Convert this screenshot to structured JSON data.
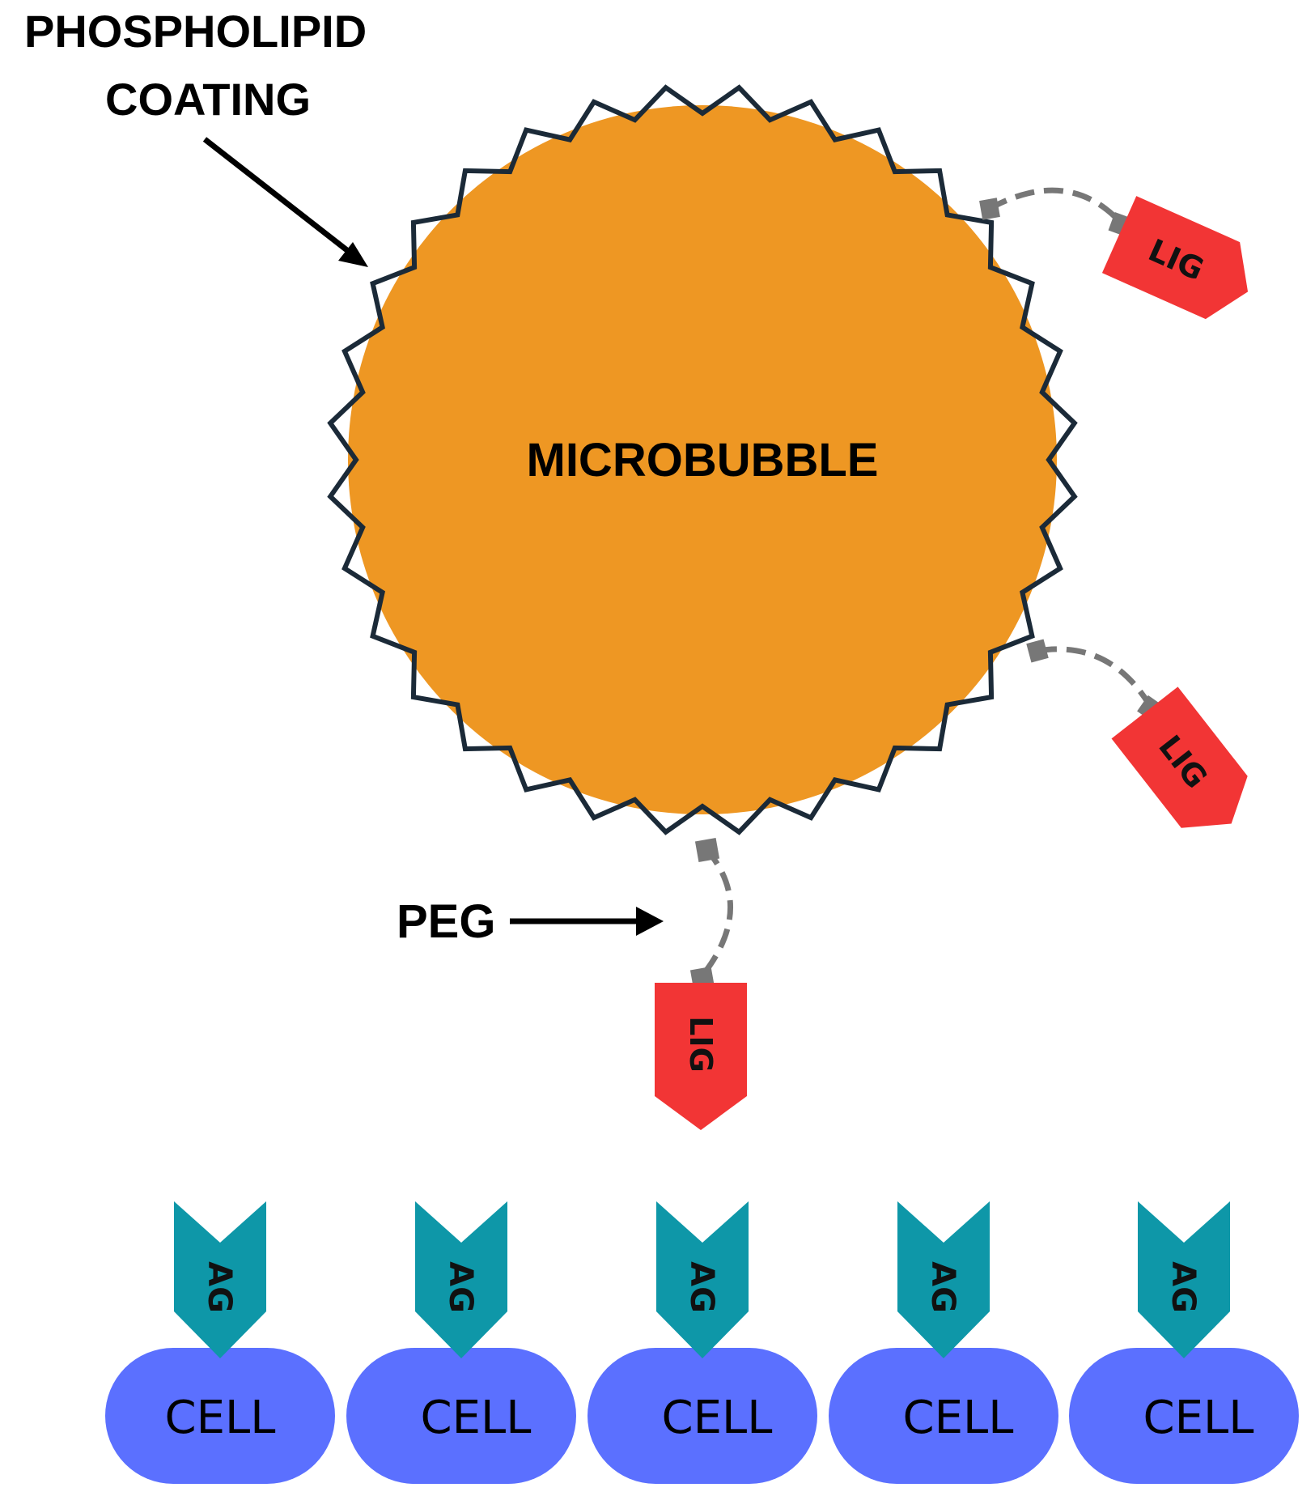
{
  "labels": {
    "coating_line1": "PHOSPHOLIPID",
    "coating_line2": "COATING",
    "bubble": "MICROBUBBLE",
    "peg": "PEG"
  },
  "ligands": [
    "LIG",
    "LIG",
    "LIG"
  ],
  "antigens": [
    "AG",
    "AG",
    "AG",
    "AG",
    "AG"
  ],
  "cells": [
    "CELL",
    "CELL",
    "CELL",
    "CELL",
    "CELL"
  ],
  "colors": {
    "bubble": "#EE9723",
    "coating": "#1B2A38",
    "ligand": "#F23535",
    "antigen": "#0E97A8",
    "cell": "#5B70FF",
    "peg": "#777777"
  }
}
